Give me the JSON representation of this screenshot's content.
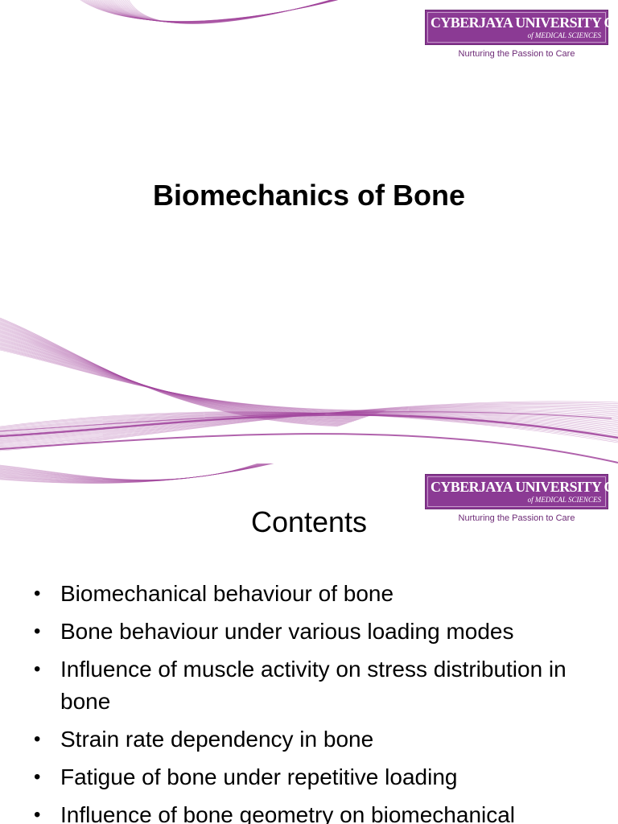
{
  "logo": {
    "name": "CYBERJAYA UNIVERSITY COLLEGE",
    "subname": "of MEDICAL SCIENCES",
    "tagline": "Nurturing the Passion to Care"
  },
  "colors": {
    "accent": "#8b3a94",
    "wave": "#a2479e"
  },
  "slide1": {
    "title": "Biomechanics of Bone"
  },
  "slide2": {
    "title": "Contents",
    "bullets": [
      "Biomechanical behaviour of bone",
      "Bone behaviour under various loading modes",
      "Influence of muscle activity on stress distribution in bone",
      "Strain rate dependency in bone",
      "Fatigue of bone under repetitive loading",
      "Influence of bone geometry on biomechanical"
    ]
  }
}
